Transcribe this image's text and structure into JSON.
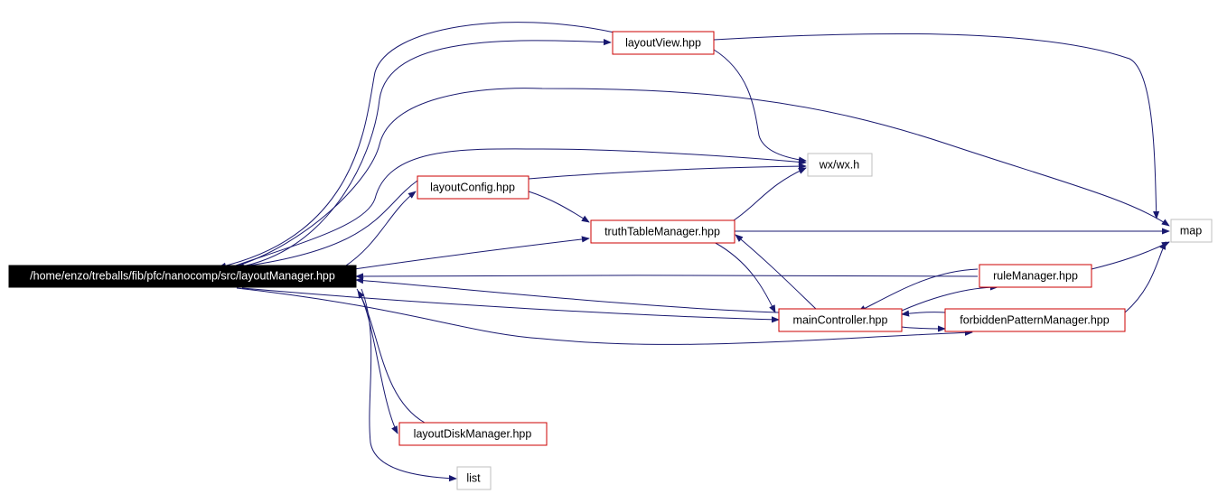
{
  "graph": {
    "colors": {
      "edge": "#191970",
      "focus_fill": "#000000",
      "focus_text": "#ffffff",
      "documented_border": "#cc0000",
      "undocumented_border": "#bfbfbf",
      "node_fill": "#ffffff",
      "node_text": "#000000"
    },
    "nodes": {
      "layoutManager": {
        "label": "/home/enzo/treballs/fib/pfc/nanocomp/src/layoutManager.hpp",
        "kind": "focus"
      },
      "layoutView": {
        "label": "layoutView.hpp",
        "kind": "documented"
      },
      "wx": {
        "label": "wx/wx.h",
        "kind": "external"
      },
      "layoutConfig": {
        "label": "layoutConfig.hpp",
        "kind": "documented"
      },
      "truthTableManager": {
        "label": "truthTableManager.hpp",
        "kind": "documented"
      },
      "map": {
        "label": "map",
        "kind": "external"
      },
      "ruleManager": {
        "label": "ruleManager.hpp",
        "kind": "documented"
      },
      "mainController": {
        "label": "mainController.hpp",
        "kind": "documented"
      },
      "forbiddenPatternManager": {
        "label": "forbiddenPatternManager.hpp",
        "kind": "documented"
      },
      "layoutDiskManager": {
        "label": "layoutDiskManager.hpp",
        "kind": "documented"
      },
      "list": {
        "label": "list",
        "kind": "external"
      }
    }
  }
}
